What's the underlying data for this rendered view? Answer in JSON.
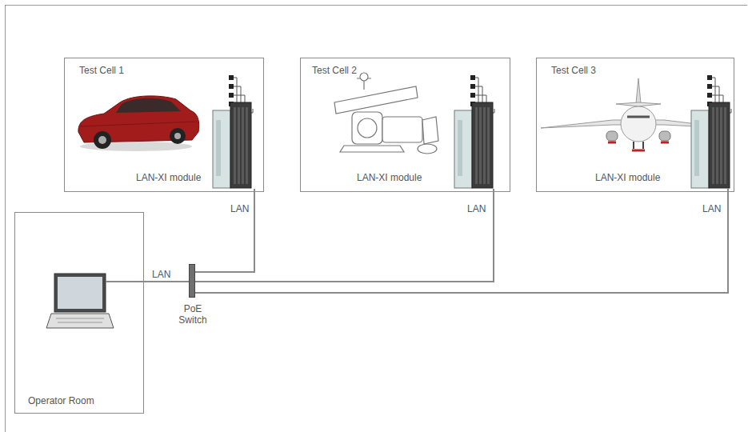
{
  "diagram": {
    "nodes": [
      {
        "text": [
          "Test Cell 1"
        ]
      },
      {
        "text": [
          "LAN-XI module"
        ],
        "in": 0
      },
      {
        "text": [
          "Test Cell 2"
        ]
      },
      {
        "text": [
          "LAN-XI module"
        ],
        "in": 2
      },
      {
        "text": [
          "Test Cell 3"
        ]
      },
      {
        "text": [
          "LAN-XI module"
        ],
        "in": 4
      },
      {
        "text": [
          "Operator Room"
        ]
      },
      {
        "text": [
          "PoE Switch"
        ]
      }
    ],
    "edges": [
      {
        "from": 1,
        "to": 7,
        "label": "LAN",
        "arrow": "none"
      },
      {
        "from": 3,
        "to": 7,
        "label": "LAN",
        "arrow": "none"
      },
      {
        "from": 5,
        "to": 7,
        "label": "LAN",
        "arrow": "none"
      },
      {
        "from": 6,
        "to": 7,
        "label": "LAN",
        "arrow": "none"
      }
    ]
  }
}
